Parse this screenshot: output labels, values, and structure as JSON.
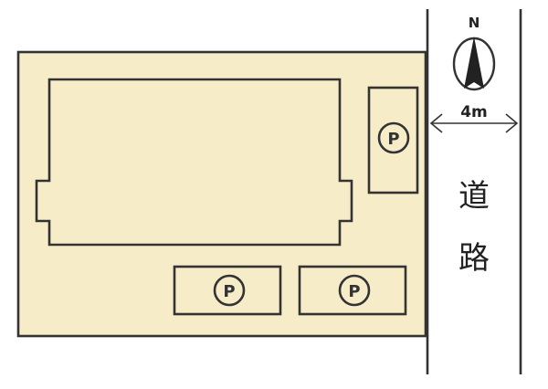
{
  "compass": {
    "north_label": "N"
  },
  "road": {
    "width_label": "4m",
    "label_line1": "道",
    "label_line2": "路"
  },
  "parking": [
    {
      "label": "P"
    },
    {
      "label": "P"
    },
    {
      "label": "P"
    }
  ],
  "colors": {
    "lot_fill": "#f7ecc8",
    "line": "#333333",
    "background": "#ffffff"
  }
}
